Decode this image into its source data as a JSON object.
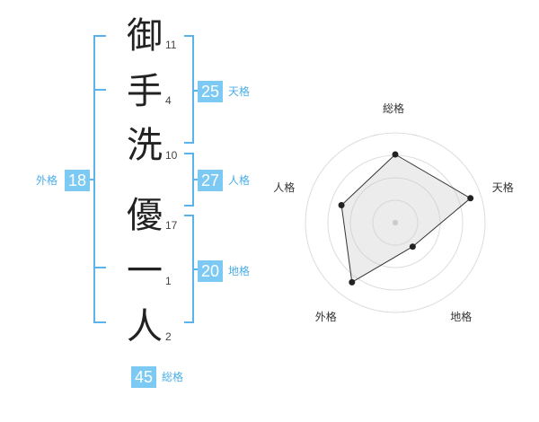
{
  "name": {
    "chars": [
      {
        "char": "御",
        "strokes": "11"
      },
      {
        "char": "手",
        "strokes": "4"
      },
      {
        "char": "洗",
        "strokes": "10"
      },
      {
        "char": "優",
        "strokes": "17"
      },
      {
        "char": "一",
        "strokes": "1"
      },
      {
        "char": "人",
        "strokes": "2"
      }
    ]
  },
  "fortune": {
    "tenkaku": {
      "value": "25",
      "label": "天格"
    },
    "jinkaku": {
      "value": "27",
      "label": "人格"
    },
    "chikaku": {
      "value": "20",
      "label": "地格"
    },
    "gaikaku": {
      "value": "18",
      "label": "外格"
    },
    "soukaku": {
      "value": "45",
      "label": "総格"
    }
  },
  "colors": {
    "accent": "#7ccaf4",
    "bracket": "#5ab4ec"
  },
  "chart_data": {
    "type": "radar",
    "axes": [
      "総格",
      "天格",
      "地格",
      "外格",
      "人格"
    ],
    "values": [
      0.76,
      0.88,
      0.33,
      0.82,
      0.63
    ],
    "range": [
      0,
      1
    ],
    "rings": 4
  }
}
